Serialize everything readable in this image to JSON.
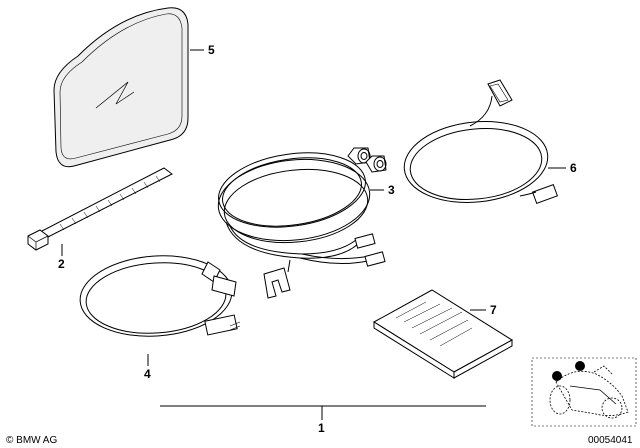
{
  "callouts": [
    {
      "id": "1",
      "label": "1"
    },
    {
      "id": "2",
      "label": "2"
    },
    {
      "id": "3",
      "label": "3"
    },
    {
      "id": "4",
      "label": "4"
    },
    {
      "id": "5",
      "label": "5"
    },
    {
      "id": "6",
      "label": "6"
    },
    {
      "id": "7",
      "label": "7"
    }
  ],
  "footer": {
    "copyright": "© BMW AG",
    "diagram_number": "00054041"
  },
  "colors": {
    "line": "#000000",
    "pad_fill": "#efefef",
    "background": "#ffffff"
  }
}
